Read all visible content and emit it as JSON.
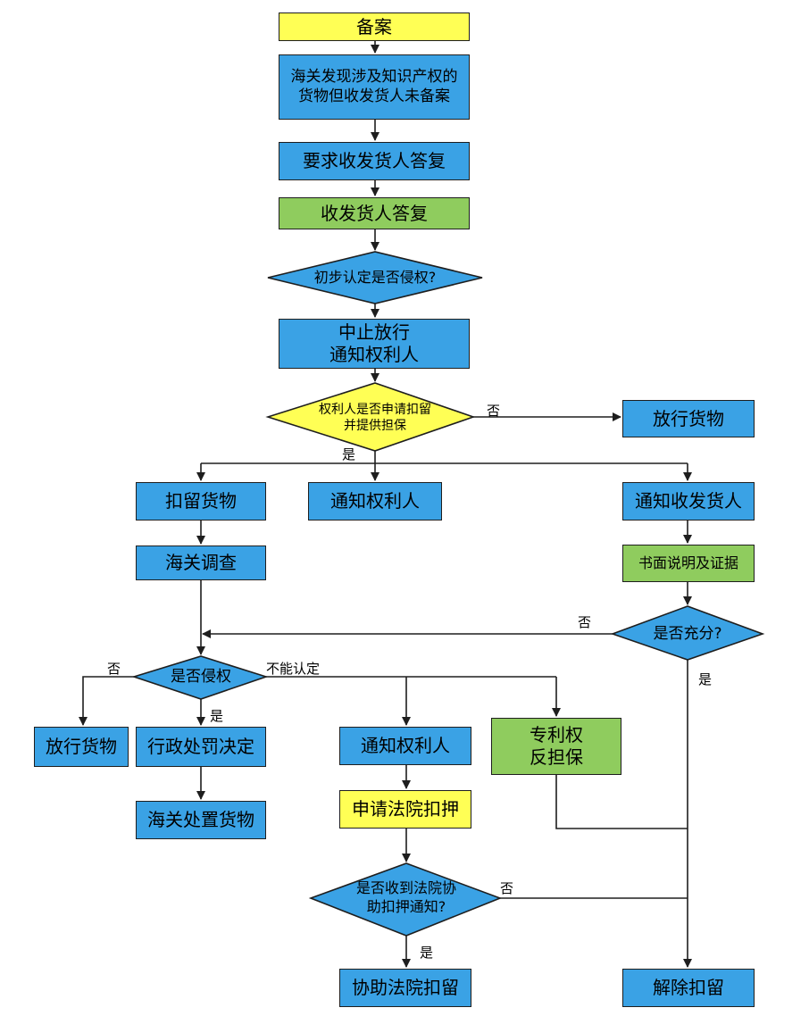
{
  "nodes": {
    "filing": "备案",
    "customs_find": "海关发现涉及知识产权的\n货物但收发货人未备案",
    "request_reply": "要求收发货人答复",
    "consignee_reply": "收发货人答复",
    "prelim_infringe": "初步认定是否侵权?",
    "suspend_release": "中止放行\n通知权利人",
    "holder_apply": "权利人是否申请扣留\n并提供担保",
    "release_goods_top": "放行货物",
    "detain_goods": "扣留货物",
    "notify_holder_mid": "通知权利人",
    "notify_consignee": "通知收发货人",
    "customs_investigation": "海关调查",
    "written_evidence": "书面说明及证据",
    "sufficient": "是否充分?",
    "is_infringe": "是否侵权",
    "release_goods_left": "放行货物",
    "admin_penalty": "行政处罚决定",
    "customs_dispose": "海关处置货物",
    "notify_holder_low": "通知权利人",
    "patent_counter": "专利权\n反担保",
    "apply_court": "申请法院扣押",
    "court_notice": "是否收到法院协\n助扣押通知?",
    "assist_detain": "协助法院扣留",
    "lift_detention": "解除扣留"
  },
  "edge_labels": {
    "holder_no": "否",
    "holder_yes": "是",
    "sufficient_no": "否",
    "sufficient_yes": "是",
    "infringe_no": "否",
    "infringe_yes": "是",
    "infringe_undetermined": "不能认定",
    "court_no": "否",
    "court_yes": "是"
  },
  "colors": {
    "blue": "#3aa2e5",
    "green": "#8fcc5e",
    "yellow": "#ffff55",
    "stroke": "#1e1e1e"
  }
}
